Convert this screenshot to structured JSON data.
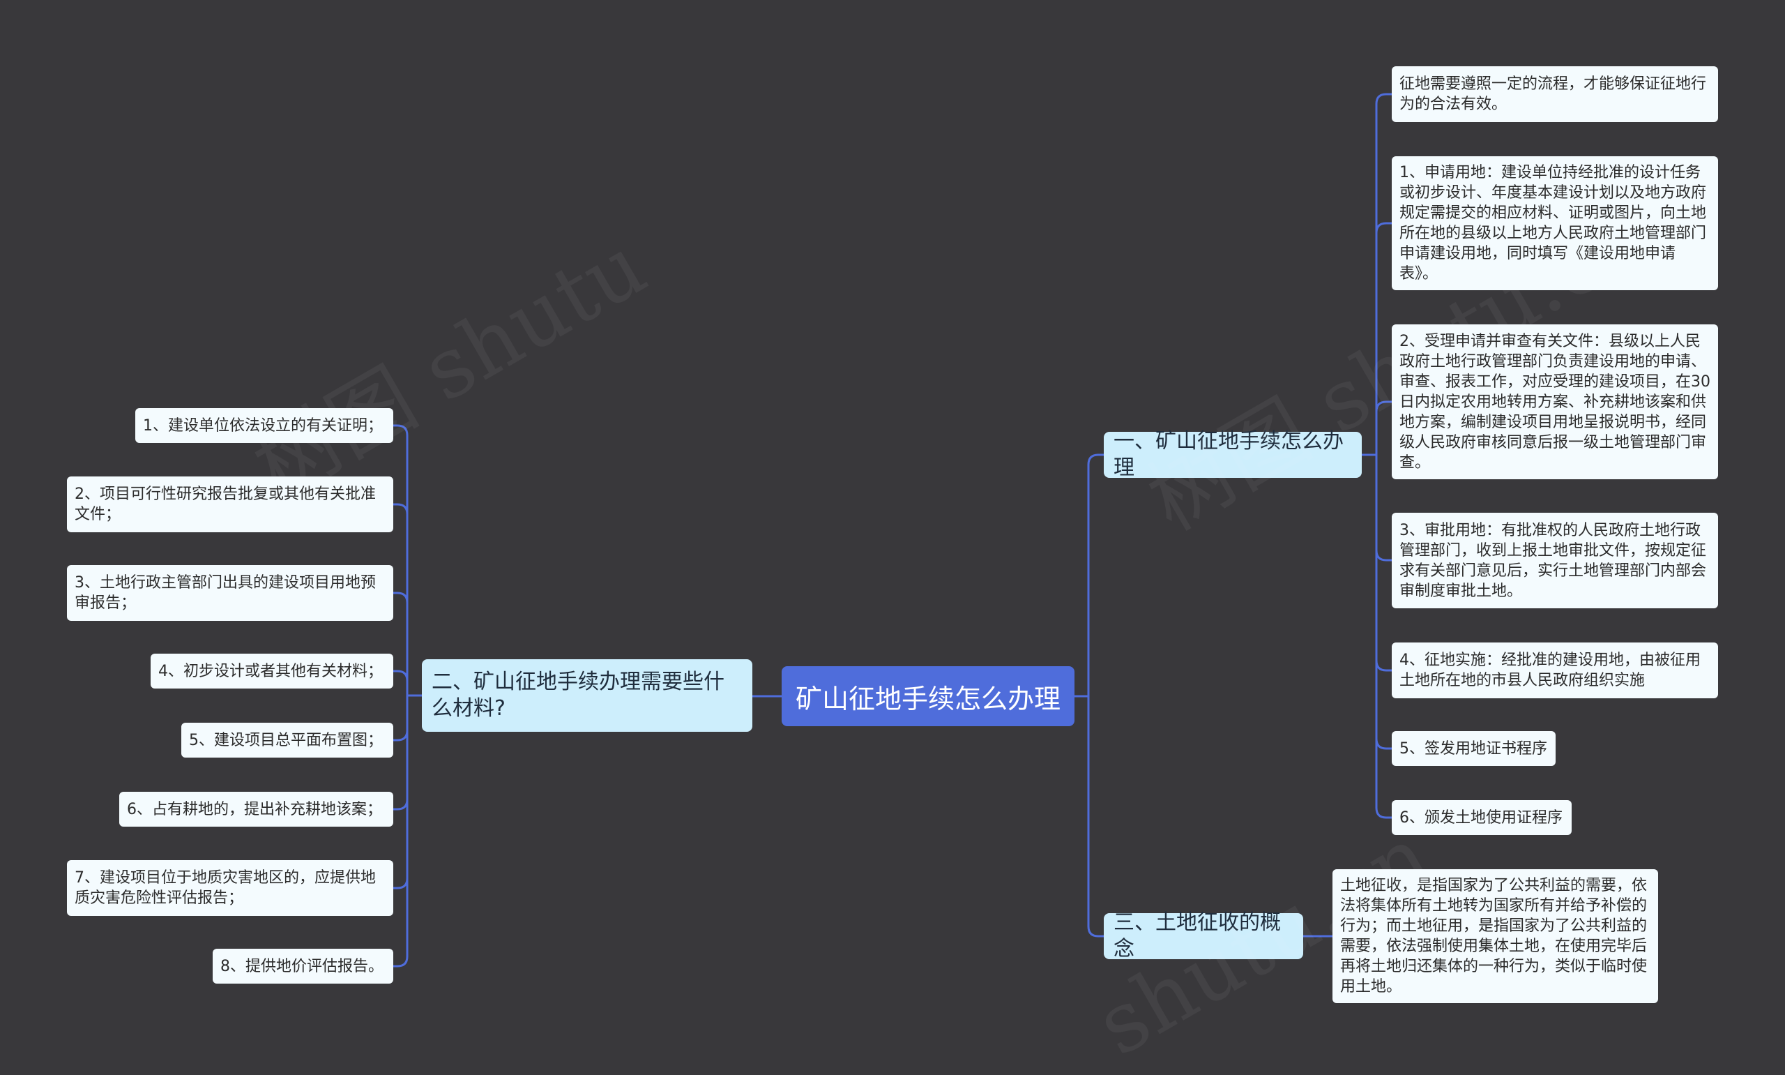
{
  "colors": {
    "background": "#39383b",
    "root_fill": "#4f6ddb",
    "branch_fill": "#cdeefc",
    "leaf_fill": "#f4fbfe",
    "connector": "#4f6ddb"
  },
  "root": {
    "label": "矿山征地手续怎么办理"
  },
  "branches": {
    "process": {
      "label": "一、矿山征地手续怎么办理",
      "children": [
        "征地需要遵照一定的流程，才能够保证征地行为的合法有效。",
        "1、申请用地：建设单位持经批准的设计任务或初步设计、年度基本建设计划以及地方政府规定需提交的相应材料、证明或图片，向土地所在地的县级以上地方人民政府土地管理部门申请建设用地，同时填写《建设用地申请表》。",
        "2、受理申请并审查有关文件：县级以上人民政府土地行政管理部门负责建设用地的申请、审查、报表工作，对应受理的建设项目，在30日内拟定农用地转用方案、补充耕地该案和供地方案，编制建设项目用地呈报说明书，经同级人民政府审核同意后报一级土地管理部门审查。",
        "3、审批用地：有批准权的人民政府土地行政管理部门，收到上报土地审批文件，按规定征求有关部门意见后，实行土地管理部门内部会审制度审批土地。",
        "4、征地实施：经批准的建设用地，由被征用土地所在地的市县人民政府组织实施",
        "5、签发用地证书程序",
        "6、颁发土地使用证程序"
      ]
    },
    "materials": {
      "label": "二、矿山征地手续办理需要些什么材料?",
      "children": [
        "1、建设单位依法设立的有关证明；",
        "2、项目可行性研究报告批复或其他有关批准文件；",
        "3、土地行政主管部门出具的建设项目用地预审报告；",
        "4、初步设计或者其他有关材料；",
        "5、建设项目总平面布置图；",
        "6、占有耕地的，提出补充耕地该案；",
        "7、建设项目位于地质灾害地区的，应提供地质灾害危险性评估报告；",
        "8、提供地价评估报告。"
      ]
    },
    "concept": {
      "label": "三、土地征收的概念",
      "children": [
        "土地征收，是指国家为了公共利益的需要，依法将集体所有土地转为国家所有并给予补偿的行为；而土地征用，是指国家为了公共利益的需要，依法强制使用集体土地，在使用完毕后再将土地归还集体的一种行为，类似于临时使用土地。"
      ]
    }
  }
}
